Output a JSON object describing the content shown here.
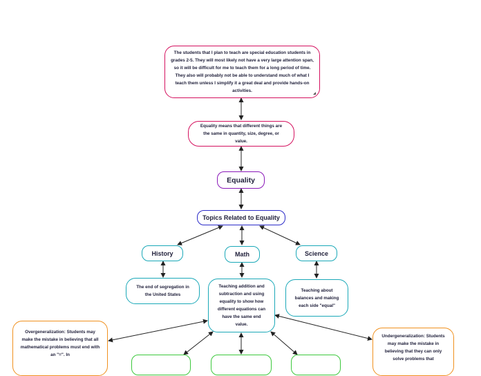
{
  "nodes": {
    "intro_note": "The students that I plan to teach are special education students in grades 2-5. They will most likely not have a very large attention span, so it will be difficult for me to teach them for a long period of time. They also will probably not be able to understand much of what I teach them unless I simplify it a great deal and provide hands-on activities.",
    "definition": "Equality means that different things are the same in quantity, size, degree, or value.",
    "central_topic": "Equality",
    "topics": "Topics Related to Equality",
    "history": "History",
    "math": "Math",
    "science": "Science",
    "history_detail": "The end of segregation in the United States",
    "math_detail": "Teaching addition and subtraction and using equality to show how different equations can have the same end value.",
    "science_detail": "Teaching about balances and making each side \"equal\"",
    "overgeneralization": "Overgeneralization: Students may make the mistake in believing that all mathematical problems must end with an \"=\". In",
    "undergeneralization": "Undergeneralization: Students may make the mistake in believing that they can only solve problems that"
  },
  "colors": {
    "pink": "#d4105e",
    "purple": "#8a18b8",
    "blue": "#2a2ac8",
    "teal": "#1aa8b8",
    "orange": "#f0901e",
    "green": "#3cc83c",
    "connector": "#222222"
  }
}
